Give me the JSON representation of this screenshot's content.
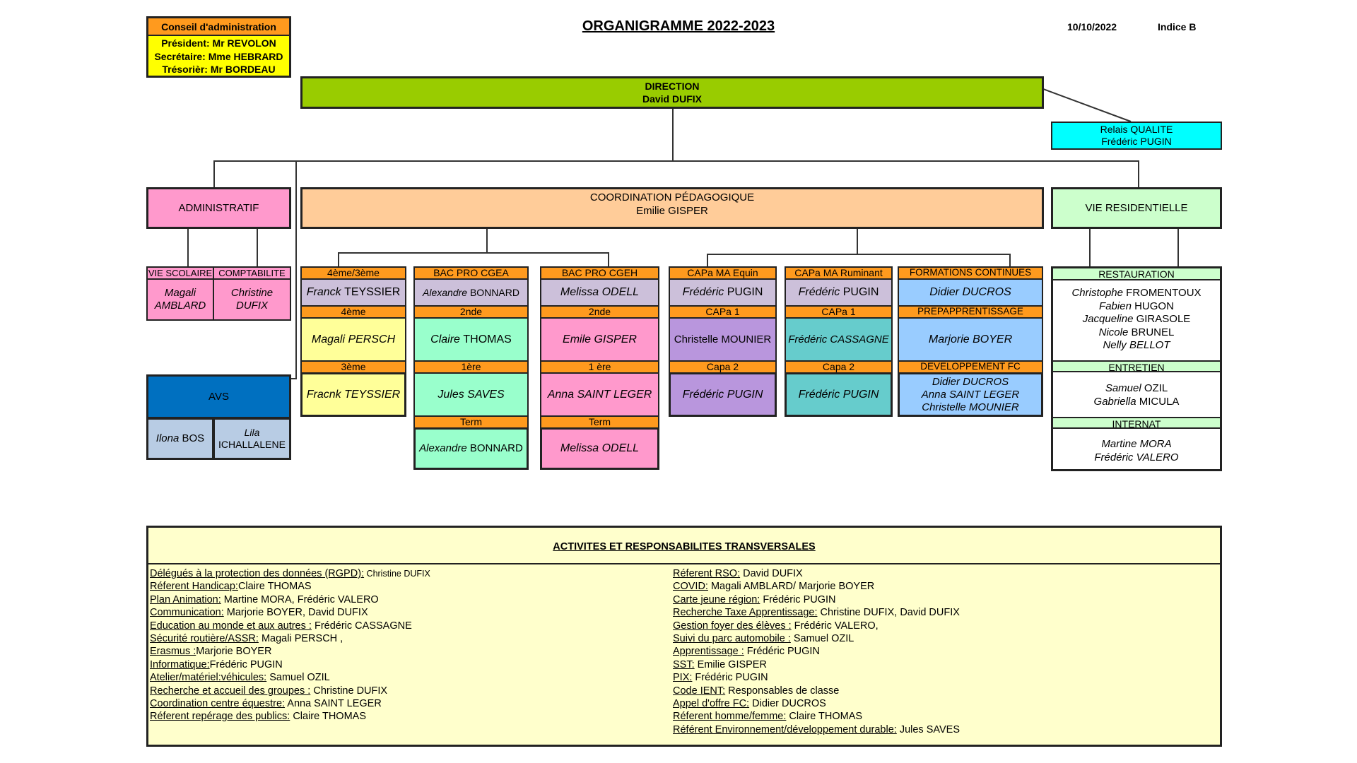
{
  "conseil": {
    "title": "Conseil d'administration",
    "president": "Président: Mr REVOLON",
    "secretaire": "Secrétaire: Mme HEBRARD",
    "tresorier": "Trésorièr: Mr BORDEAU"
  },
  "header": {
    "title": "ORGANIGRAMME 2022-2023",
    "date": "10/10/2022",
    "indice": "Indice B"
  },
  "direction": {
    "label": "DIRECTION",
    "name": "David DUFIX"
  },
  "qualite": {
    "label": "Relais QUALITE",
    "name": "Frédéric PUGIN"
  },
  "administratif": {
    "label": "ADMINISTRATIF"
  },
  "coordination": {
    "label": "COORDINATION PÉDAGOGIQUE",
    "name": "Emilie GISPER"
  },
  "vie_residentielle": {
    "label": "VIE RESIDENTIELLE"
  },
  "vie_scolaire": {
    "label": "VIE SCOLAIRE",
    "first": "Magali",
    "last": "AMBLARD"
  },
  "comptabilite": {
    "label": "COMPTABILITE",
    "first": "Christine",
    "last": "DUFIX"
  },
  "avs": {
    "label": "AVS",
    "p1_first": "Ilona",
    "p1_last": "BOS",
    "p2_first": "Lila",
    "p2_last": "ICHALLALENE"
  },
  "col_4e3e": {
    "h1": "4ème/3ème",
    "n1_first": "Franck",
    "n1_last": "TEYSSIER",
    "h2": "4ème",
    "n2": "Magali PERSCH",
    "h3": "3ème",
    "n3": "Fracnk TEYSSIER"
  },
  "col_cgea": {
    "h1": "BAC PRO CGEA",
    "n1_first": "Alexandre",
    "n1_last": "BONNARD",
    "h2": "2nde",
    "n2_first": "Claire",
    "n2_last": "THOMAS",
    "h3": "1ère",
    "n3": "Jules SAVES",
    "h4": "Term",
    "n4_first": "Alexandre",
    "n4_last": "BONNARD"
  },
  "col_cgeh": {
    "h1": "BAC PRO CGEH",
    "n1": "Melissa ODELL",
    "h2": "2nde",
    "n2": "Emile GISPER",
    "h3": "1 ère",
    "n3": "Anna SAINT LEGER",
    "h4": "Term",
    "n4": "Melissa ODELL"
  },
  "col_equin": {
    "h1": "CAPa MA Equin",
    "n1_first": "Frédéric",
    "n1_last": "PUGIN",
    "h2": "CAPa 1",
    "n2": "Christelle MOUNIER",
    "h3": "Capa 2",
    "n3": "Frédéric PUGIN"
  },
  "col_ruminant": {
    "h1": "CAPa MA Ruminant",
    "n1_first": "Frédéric",
    "n1_last": "PUGIN",
    "h2": "CAPa 1",
    "n2": "Frédéric CASSAGNE",
    "h3": "Capa 2",
    "n3": "Frédéric PUGIN"
  },
  "col_fc": {
    "h1": "FORMATIONS CONTINUES",
    "n1": "Didier DUCROS",
    "h2": "PREPAPPRENTISSAGE",
    "n2": "Marjorie BOYER",
    "h3": "DEVELOPPEMENT FC",
    "n3a": "Didier DUCROS",
    "n3b": "Anna SAINT LEGER",
    "n3c": "Christelle MOUNIER"
  },
  "residence": {
    "restauration": "RESTAURATION",
    "resto_people": [
      {
        "first": "Christophe",
        "last": "FROMENTOUX"
      },
      {
        "first": "Fabien",
        "last": "HUGON"
      },
      {
        "first": "Jacqueline",
        "last": "GIRASOLE"
      },
      {
        "first": "Nicole",
        "last": "BRUNEL"
      },
      {
        "first": "Nelly BELLOT",
        "last": ""
      }
    ],
    "entretien": "ENTRETIEN",
    "entretien_people": [
      {
        "first": "Samuel",
        "last": "OZIL"
      },
      {
        "first": "Gabriella",
        "last": "MICULA"
      }
    ],
    "internat": "INTERNAT",
    "internat_people": [
      "Martine MORA",
      "Frédéric VALERO"
    ]
  },
  "transversal": {
    "title": "ACTIVITES ET RESPONSABILITES TRANSVERSALES",
    "left": [
      {
        "k": "Délégués à la protection des données (RGPD):",
        "v": " Christine DUFIX"
      },
      {
        "k": "Réferent Handicap:",
        "v": "Claire THOMAS"
      },
      {
        "k": "Plan Animation:",
        "v": " Martine MORA, Frédéric VALERO"
      },
      {
        "k": "Communication:",
        "v": " Marjorie BOYER, David DUFIX"
      },
      {
        "k": "Education au monde et aux autres :",
        "v": " Frédéric CASSAGNE"
      },
      {
        "k": "Sécurité routière/ASSR:",
        "v": " Magali PERSCH ,"
      },
      {
        "k": "Erasmus :",
        "v": "Marjorie BOYER"
      },
      {
        "k": "Informatique:",
        "v": "Frédéric PUGIN"
      },
      {
        "k": "Atelier/matériel:véhicules:",
        "v": " Samuel OZIL"
      },
      {
        "k": "Recherche et accueil des groupes :",
        "v": " Christine DUFIX"
      },
      {
        "k": "Coordination centre équestre:",
        "v": " Anna SAINT LEGER"
      },
      {
        "k": "Réferent repérage des publics:",
        "v": " Claire THOMAS"
      }
    ],
    "right": [
      {
        "k": "Réferent RSO:",
        "v": " David DUFIX"
      },
      {
        "k": "COVID:",
        "v": " Magali AMBLARD/ Marjorie BOYER"
      },
      {
        "k": "Carte jeune région:",
        "v": " Frédéric PUGIN"
      },
      {
        "k": "Recherche Taxe Apprentissage:",
        "v": " Christine DUFIX, David DUFIX"
      },
      {
        "k": "Gestion foyer des élèves :",
        "v": " Frédéric VALERO,"
      },
      {
        "k": "Suivi du parc automobile :",
        "v": " Samuel OZIL"
      },
      {
        "k": "Apprentissage :",
        "v": " Frédéric PUGIN"
      },
      {
        "k": "SST:",
        "v": " Emilie GISPER"
      },
      {
        "k": "PIX:",
        "v": " Frédéric PUGIN"
      },
      {
        "k": "Code IENT:",
        "v": " Responsables de classe"
      },
      {
        "k": "Appel d'offre FC:",
        "v": " Didier DUCROS"
      },
      {
        "k": "Réferent homme/femme:",
        "v": " Claire THOMAS"
      },
      {
        "k": "Référent Environnement/développement durable:",
        "v": " Jules SAVES"
      }
    ]
  },
  "colors": {
    "orange": "#ff9a1e",
    "yellow": "#ffff00",
    "green_direction": "#99cc00",
    "cyan": "#00ffff",
    "pink": "#ff99cc",
    "peach": "#ffcc99",
    "mint": "#ccffcc",
    "lavender": "#ccc0da",
    "pale_yellow": "#ffff99",
    "aqua_green": "#99ffcc",
    "light_blue": "#99ccff",
    "purple": "#b996dd",
    "teal": "#66cccc",
    "avs_blue": "#0070c0",
    "avs_light": "#b8cce4",
    "trans_bg": "#ffffcc"
  }
}
